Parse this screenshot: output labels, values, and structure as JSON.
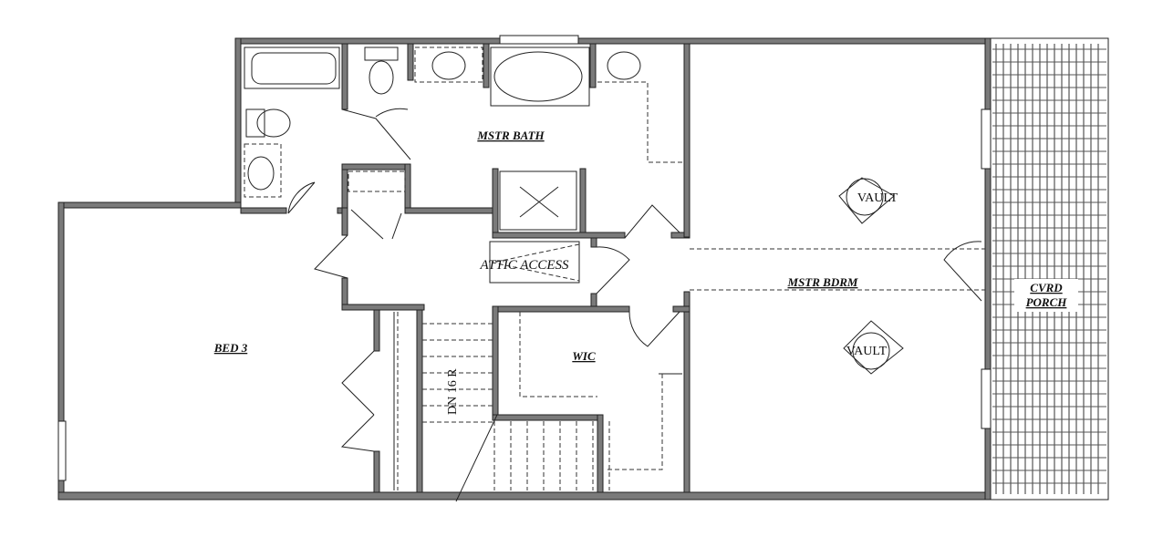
{
  "rooms": {
    "mstr_bath": "MSTR BATH",
    "attic_access": "ATTIC ACCESS",
    "mstr_bdrm": "MSTR BDRM",
    "vault_top": "VAULT",
    "vault_bottom": "VAULT",
    "bed3": "BED 3",
    "wic": "WIC",
    "stair": "DN 16 R",
    "porch_line1": "CVRD",
    "porch_line2": "PORCH"
  },
  "colors": {
    "wall": "#7a7a7a",
    "line": "#222222"
  }
}
